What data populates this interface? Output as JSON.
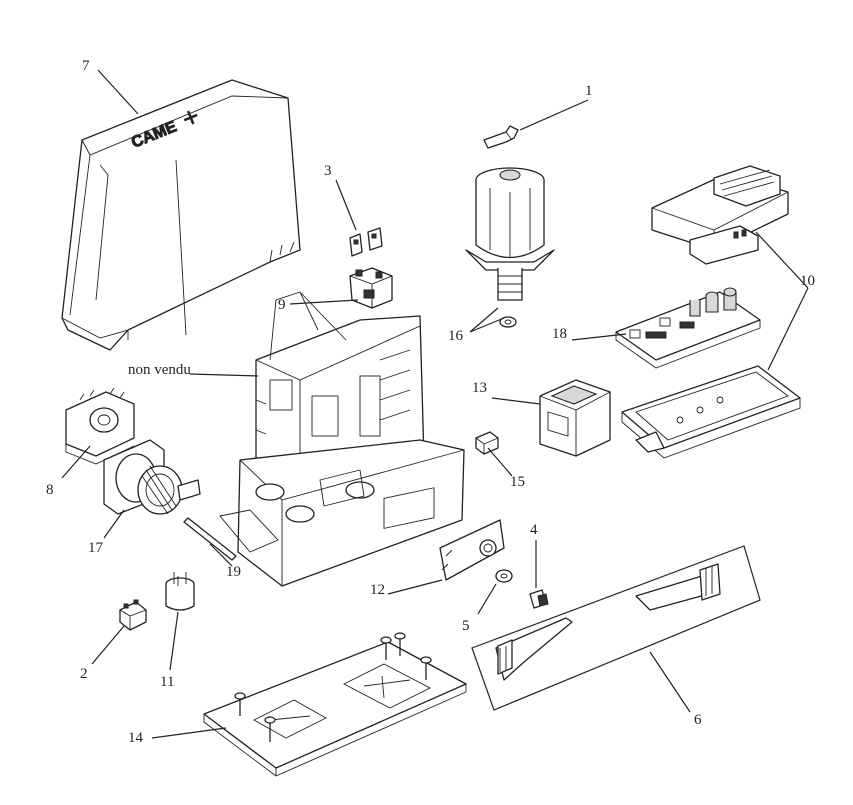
{
  "labels": {
    "l1": "1",
    "l2": "2",
    "l3": "3",
    "l4": "4",
    "l5": "5",
    "l6": "6",
    "l7": "7",
    "l8": "8",
    "l9": "9",
    "l10": "10",
    "l11": "11",
    "l12": "12",
    "l13": "13",
    "l14": "14",
    "l15": "15",
    "l16": "16",
    "l17": "17",
    "l18": "18",
    "l19": "19",
    "not_sold": "non vendu"
  },
  "brand": {
    "logo_text": "CAME"
  },
  "colors": {
    "line": "#222222",
    "background": "#ffffff"
  }
}
